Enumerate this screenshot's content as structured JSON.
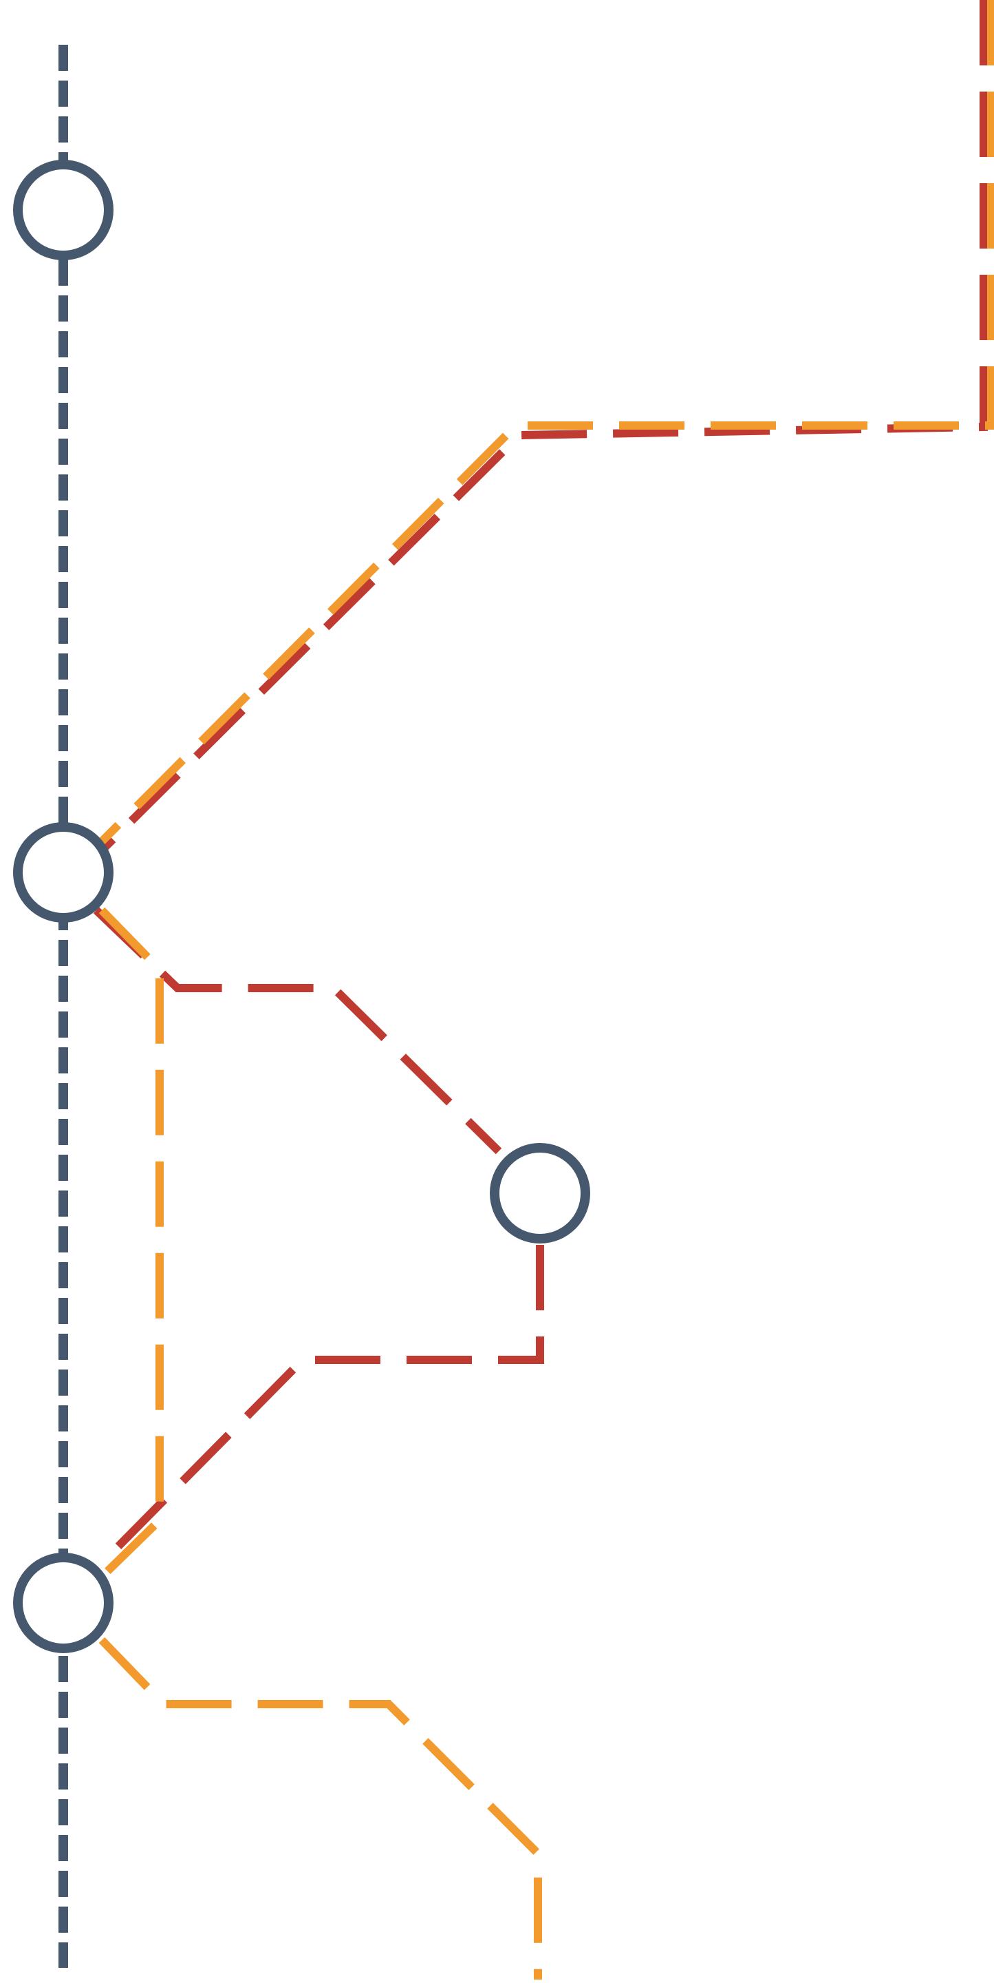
{
  "diagram": {
    "type": "transit-line-map",
    "labels": [],
    "colors": {
      "background": "#ffffff",
      "slate": "#46586d",
      "red": "#bf3b32",
      "orange": "#f29a2e",
      "station_fill": "#ffffff",
      "station_stroke": "#46586d"
    },
    "lines": [
      {
        "id": "slate-line",
        "color_key": "slate"
      },
      {
        "id": "red-line",
        "color_key": "red"
      },
      {
        "id": "orange-line",
        "color_key": "orange"
      }
    ],
    "stations": [
      {
        "id": "station-1",
        "served_by": [
          "slate-line"
        ]
      },
      {
        "id": "station-2",
        "served_by": [
          "slate-line",
          "red-line",
          "orange-line"
        ]
      },
      {
        "id": "station-3",
        "served_by": [
          "red-line"
        ]
      },
      {
        "id": "station-4",
        "served_by": [
          "slate-line",
          "red-line",
          "orange-line"
        ]
      }
    ]
  }
}
